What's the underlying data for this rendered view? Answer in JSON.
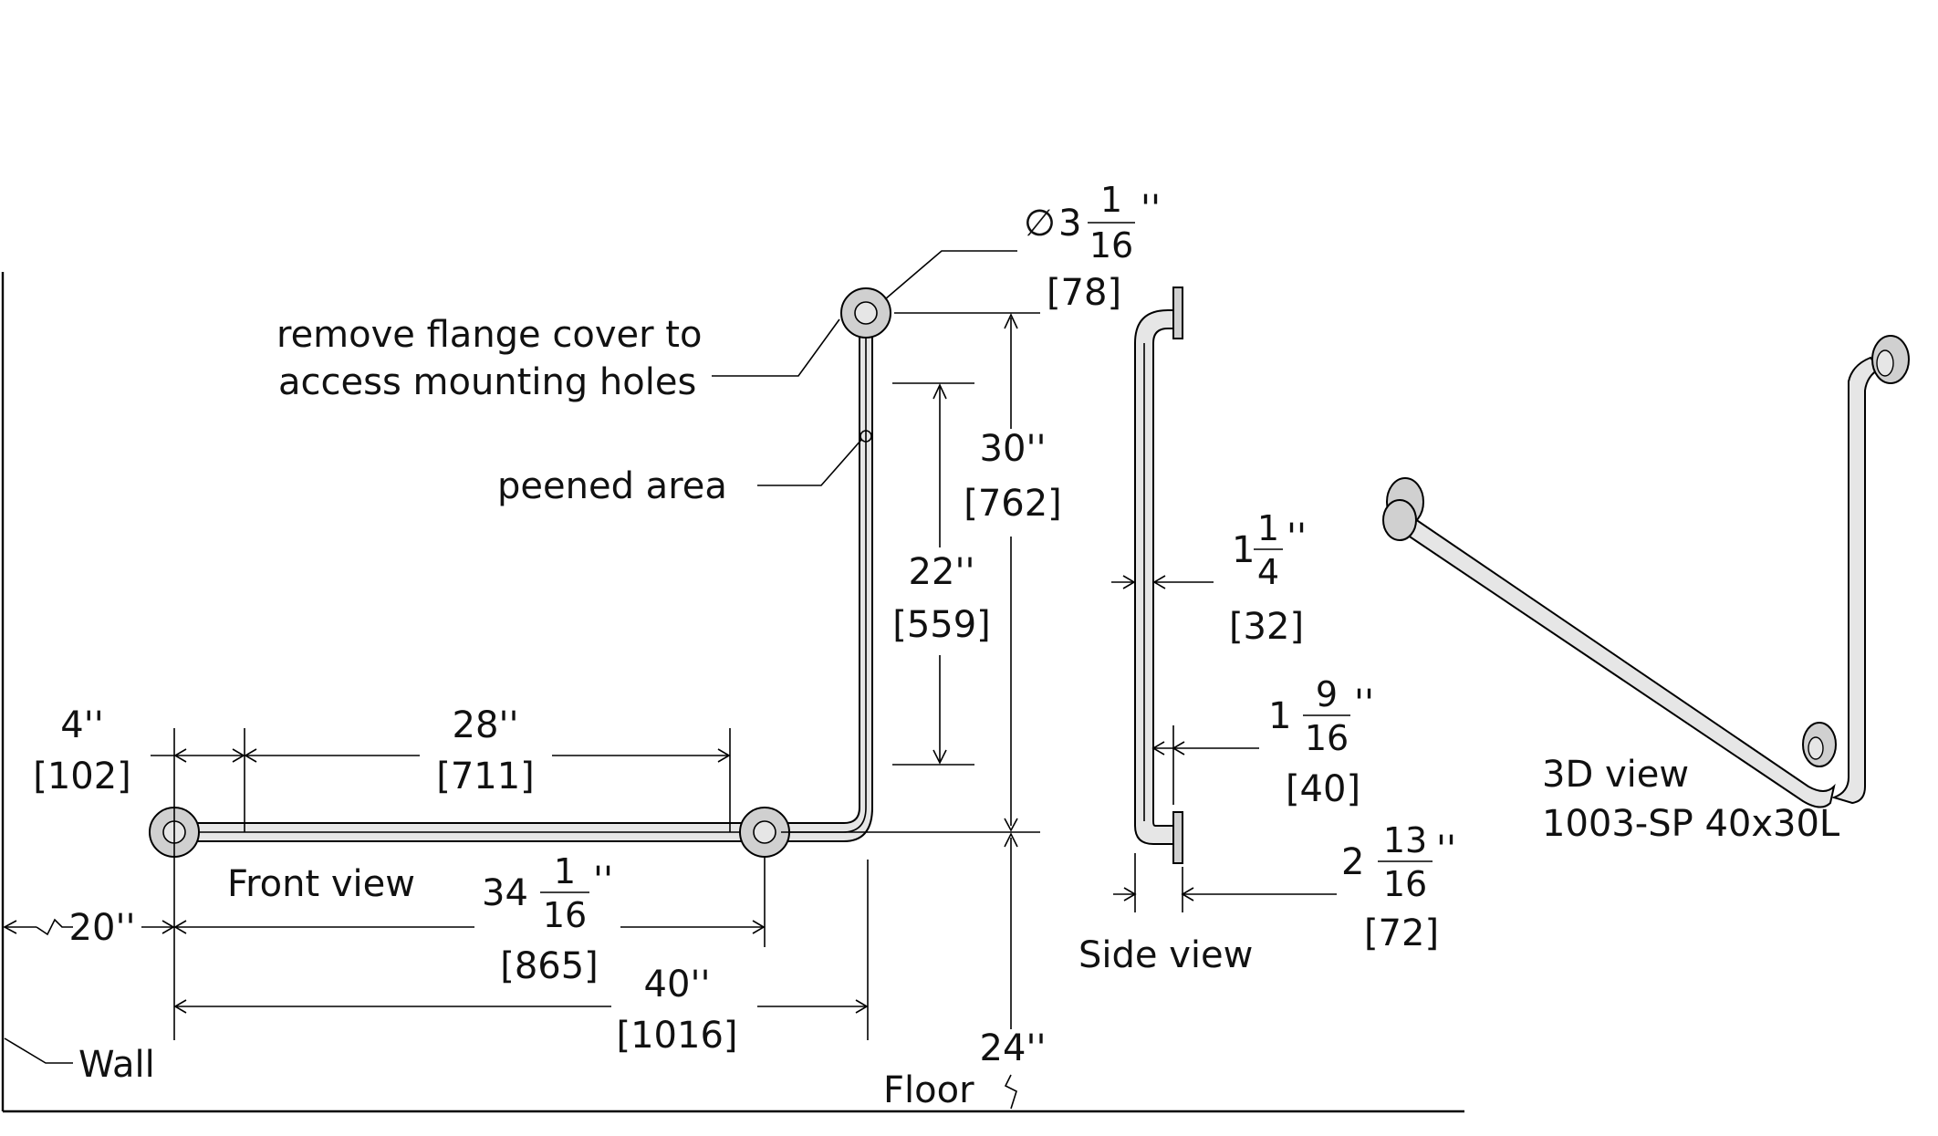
{
  "labels": {
    "flange_note_1": "remove flange cover to",
    "flange_note_2": "access mounting holes",
    "peened_area": "peened area",
    "front_view": "Front view",
    "side_view": "Side view",
    "view_3d": "3D view",
    "model": "1003-SP 40x30L",
    "wall": "Wall",
    "floor": "Floor"
  },
  "dimensions": {
    "diameter": {
      "symbol": "∅",
      "whole": "3",
      "num": "1",
      "den": "16",
      "unit": "''",
      "mm": "[78]"
    },
    "height_30": {
      "in": "30''",
      "mm": "[762]"
    },
    "length_22": {
      "in": "22''",
      "mm": "[559]"
    },
    "offset_4": {
      "in": "4''",
      "mm": "[102]"
    },
    "length_28": {
      "in": "28''",
      "mm": "[711]"
    },
    "length_34": {
      "whole": "34",
      "num": "1",
      "den": "16",
      "unit": "''",
      "mm": "[865]"
    },
    "wall_20": {
      "in": "20''"
    },
    "length_40": {
      "in": "40''",
      "mm": "[1016]"
    },
    "floor_24": {
      "in": "24''"
    },
    "tube_1_1_4": {
      "whole": "1",
      "num": "1",
      "den": "4",
      "unit": "''",
      "mm": "[32]"
    },
    "clear_1_9_16": {
      "whole": "1",
      "num": "9",
      "den": "16",
      "unit": "''",
      "mm": "[40]"
    },
    "proj_2_13_16": {
      "whole": "2",
      "num": "13",
      "den": "16",
      "unit": "''",
      "mm": "[72]"
    }
  },
  "colors": {
    "line": "#000000",
    "bar_fill": "#e6e6e6",
    "flange_fill": "#d0d0d0"
  }
}
